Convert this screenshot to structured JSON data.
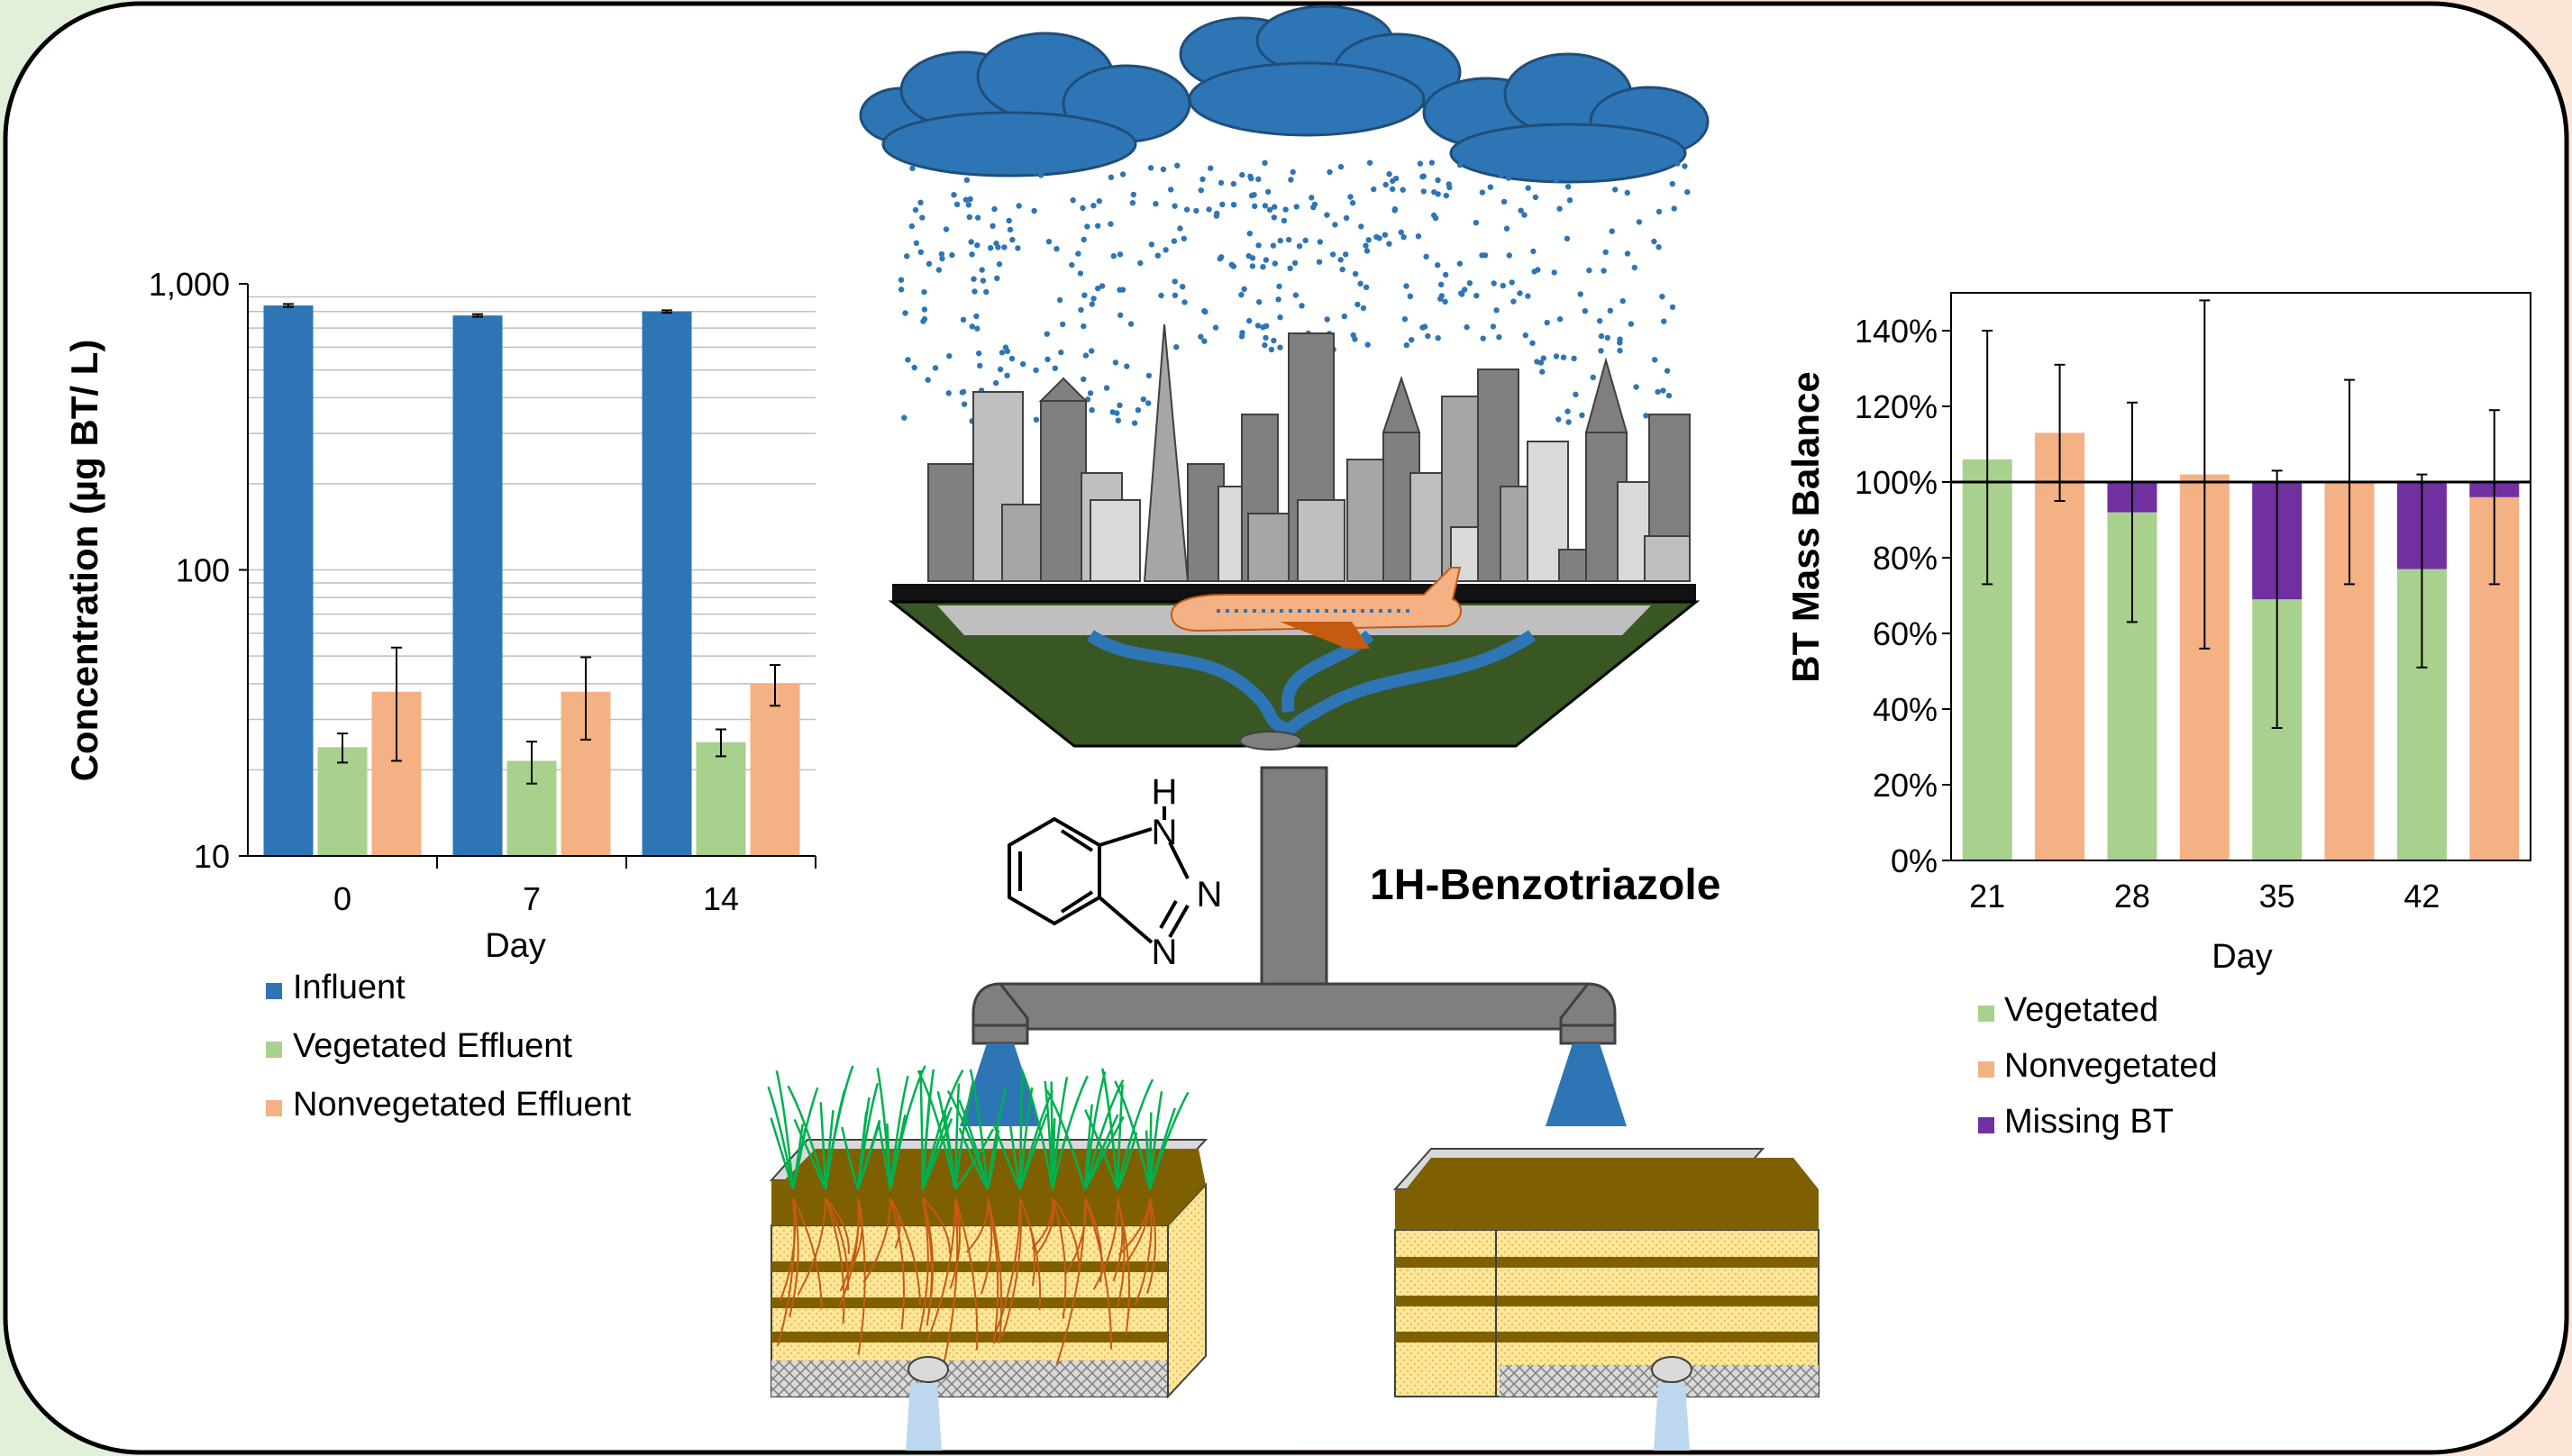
{
  "chart_data": [
    {
      "type": "bar",
      "categories": [
        "0",
        "7",
        "14"
      ],
      "xlabel": "Day",
      "ylabel": "Concentration (µg BT/ L)",
      "yscale": "log",
      "ylim": [
        10,
        1000
      ],
      "ytick_labels": [
        "10",
        "100",
        "1,000"
      ],
      "grid": true,
      "legend_position": "bottom",
      "series": [
        {
          "name": "Influent",
          "color": "#2E75B6",
          "values": [
            840,
            775,
            800
          ],
          "errors": [
            10,
            8,
            8
          ]
        },
        {
          "name": "Vegetated Effluent",
          "color": "#A9D18E",
          "values": [
            24,
            21.5,
            25
          ],
          "errors": [
            2.8,
            3.6,
            2.7
          ]
        },
        {
          "name": "Nonvegetated Effluent",
          "color": "#F4B183",
          "values": [
            37.5,
            37.5,
            40
          ],
          "errors": [
            16,
            12,
            6.5
          ]
        }
      ]
    },
    {
      "type": "stacked-bar",
      "categories": [
        "21",
        "28",
        "35",
        "42"
      ],
      "xlabel": "Day",
      "ylabel": "BT Mass Balance",
      "ylim": [
        0,
        150
      ],
      "ytick_labels": [
        "0%",
        "20%",
        "40%",
        "60%",
        "80%",
        "100%",
        "120%",
        "140%"
      ],
      "reference_line": 100,
      "legend_position": "bottom",
      "bars": [
        {
          "day": "21",
          "series": "Vegetated",
          "vegetated": 106,
          "nonvegetated": 0,
          "missing": 0,
          "err_low": 73,
          "err_high": 140
        },
        {
          "day": "21",
          "series": "Nonvegetated",
          "vegetated": 0,
          "nonvegetated": 113,
          "missing": 0,
          "err_low": 95,
          "err_high": 131
        },
        {
          "day": "28",
          "series": "Vegetated",
          "vegetated": 92,
          "nonvegetated": 0,
          "missing": 8,
          "err_low": 63,
          "err_high": 121
        },
        {
          "day": "28",
          "series": "Nonvegetated",
          "vegetated": 0,
          "nonvegetated": 102,
          "missing": 0,
          "err_low": 56,
          "err_high": 148
        },
        {
          "day": "35",
          "series": "Vegetated",
          "vegetated": 69,
          "nonvegetated": 0,
          "missing": 31,
          "err_low": 35,
          "err_high": 103
        },
        {
          "day": "35",
          "series": "Nonvegetated",
          "vegetated": 0,
          "nonvegetated": 100,
          "missing": 0,
          "err_low": 73,
          "err_high": 127
        },
        {
          "day": "42",
          "series": "Vegetated",
          "vegetated": 77,
          "nonvegetated": 0,
          "missing": 23,
          "err_low": 51,
          "err_high": 102
        },
        {
          "day": "42",
          "series": "Nonvegetated",
          "vegetated": 0,
          "nonvegetated": 96,
          "missing": 4,
          "err_low": 73,
          "err_high": 119
        }
      ],
      "legend": [
        {
          "name": "Vegetated",
          "color": "#A9D18E"
        },
        {
          "name": "Nonvegetated",
          "color": "#F4B183"
        },
        {
          "name": "Missing BT",
          "color": "#7030A0"
        }
      ]
    }
  ],
  "molecule": {
    "name": "1H-Benzotriazole",
    "atom_h": "H",
    "atom_n": "N"
  },
  "colors": {
    "cloud": "#2E75B6",
    "rain": "#2E75B6",
    "pipe": "#7F7F7F",
    "soil": "#7F6000",
    "sand": "#FFE699",
    "grass": "#548235",
    "roots": "#C55A11",
    "plants": "#00B050",
    "border_left": "#E2F0D9",
    "border_right": "#FBE5D6"
  },
  "icons": [
    "cloud-icon",
    "rain-icon",
    "city-icon",
    "airplane-icon",
    "funnel-icon",
    "pipe-icon",
    "plant-icon",
    "soil-column-icon",
    "outlet-icon",
    "benzotriazole-structure-icon"
  ]
}
